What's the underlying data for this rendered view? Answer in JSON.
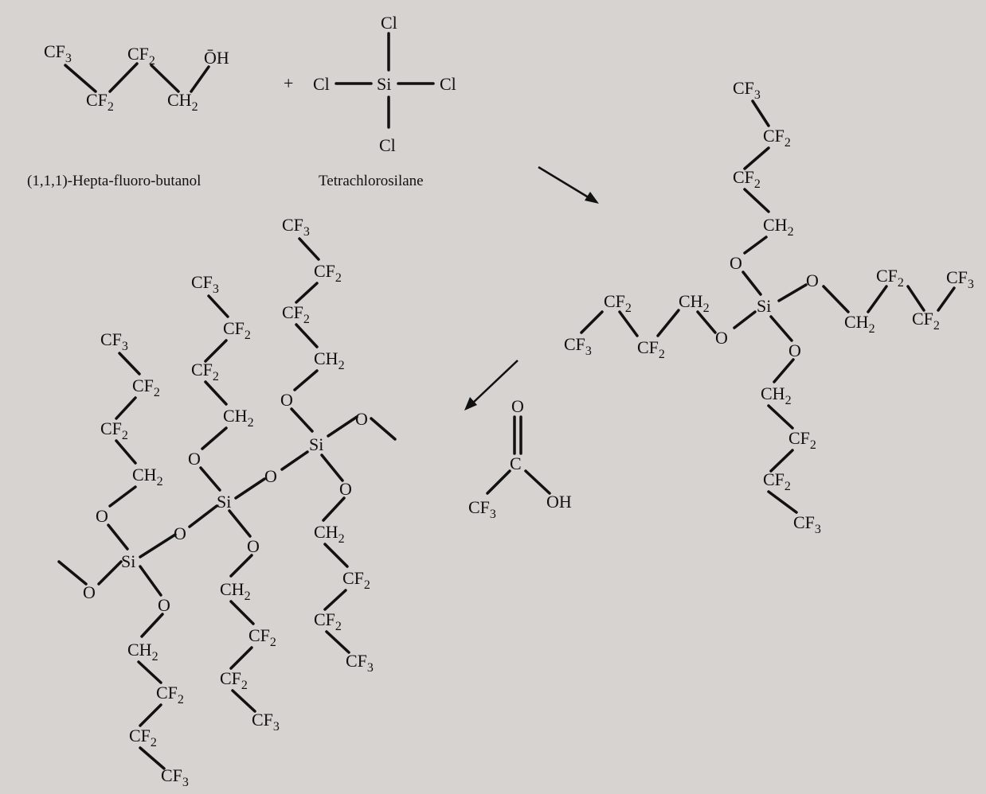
{
  "diagram": {
    "background": "#d7d3d0",
    "ink": "#111111",
    "reactant1_caption": "(1,1,1)-Hepta-fluoro-butanol",
    "reactant2_caption": "Tetrachlorosilane",
    "plus_sign": "+",
    "reactant1_groups": [
      "CF3",
      "CF2",
      "CF2",
      "CH2",
      "OH"
    ],
    "reactant2_atoms": [
      "Si",
      "Cl",
      "Cl",
      "Cl",
      "Cl"
    ],
    "intermediate": "Si(OCH2CF2CF2CF3)4",
    "catalyst": "CF3COOH",
    "product": "fluoroalkoxy siloxane network"
  }
}
